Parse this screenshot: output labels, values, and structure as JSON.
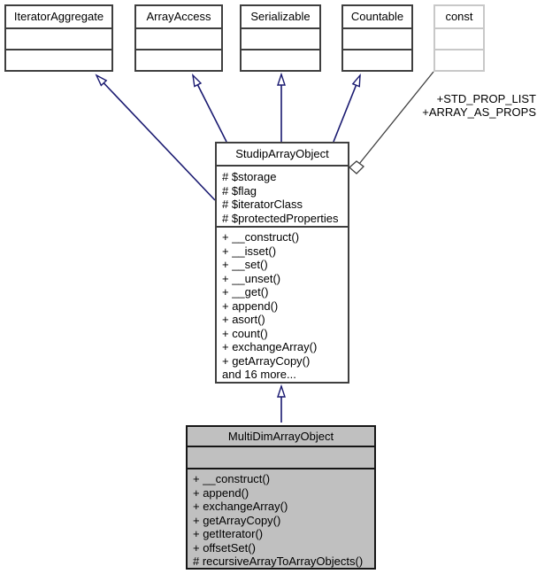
{
  "diagram": {
    "type": "uml-class-inheritance",
    "colors": {
      "background": "#ffffff",
      "inheritance_edge": "#191970",
      "usage_edge": "#3f3f3f",
      "box_border": "#3f3f3f",
      "muted_box_border": "#c8c8c8",
      "highlight_fill": "#c0c0c0",
      "text": "#000000"
    },
    "interfaces": [
      {
        "name": "IteratorAggregate"
      },
      {
        "name": "ArrayAccess"
      },
      {
        "name": "Serializable"
      },
      {
        "name": "Countable"
      }
    ],
    "const_node": {
      "name": "const"
    },
    "usage_edge_labels": {
      "line1": "+STD_PROP_LIST",
      "line2": "+ARRAY_AS_PROPS"
    },
    "parent_class": {
      "title": "StudipArrayObject",
      "attributes": [
        "# $storage",
        "# $flag",
        "# $iteratorClass",
        "# $protectedProperties"
      ],
      "methods": [
        "+ __construct()",
        "+ __isset()",
        "+ __set()",
        "+ __unset()",
        "+ __get()",
        "+ append()",
        "+ asort()",
        "+ count()",
        "+ exchangeArray()",
        "+ getArrayCopy()",
        "and 16 more..."
      ]
    },
    "derived_class": {
      "title": "MultiDimArrayObject",
      "methods": [
        "+ __construct()",
        "+ append()",
        "+ exchangeArray()",
        "+ getArrayCopy()",
        "+ getIterator()",
        "+ offsetSet()",
        "# recursiveArrayToArrayObjects()"
      ]
    }
  }
}
